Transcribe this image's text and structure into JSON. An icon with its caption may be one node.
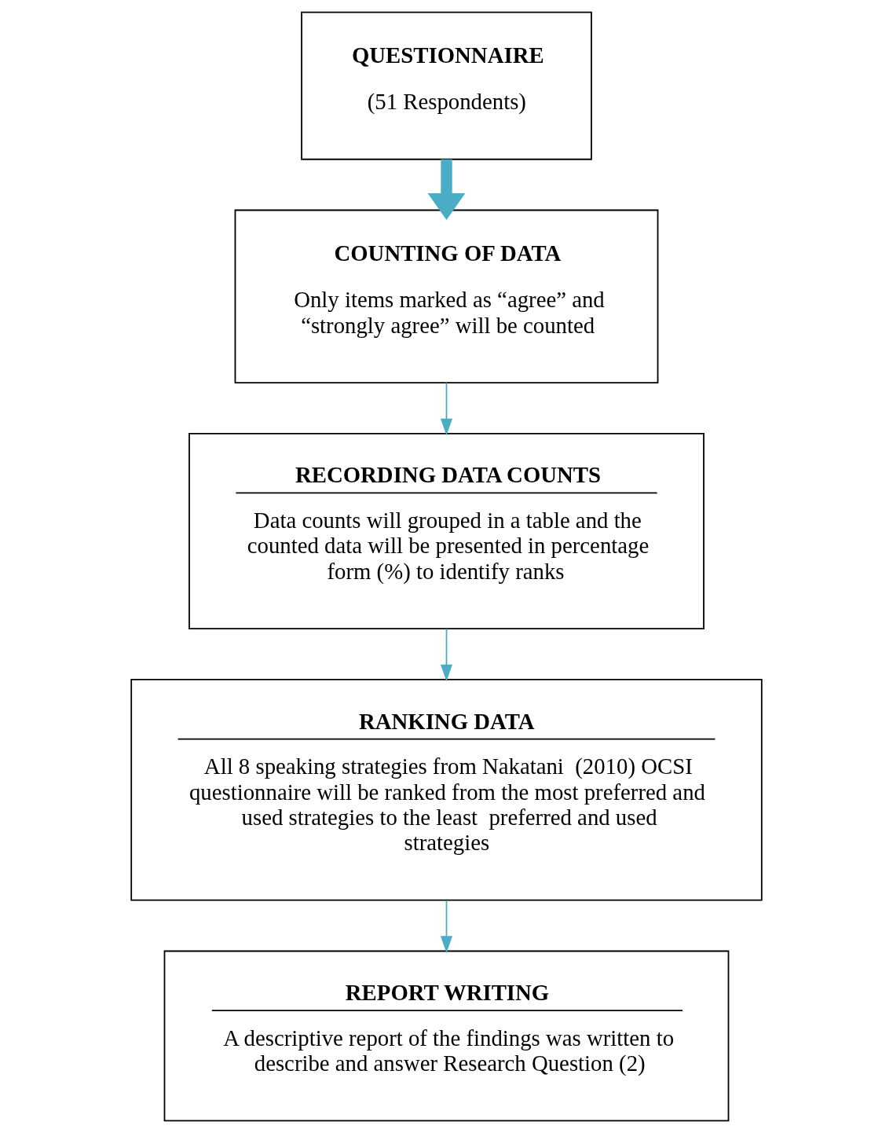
{
  "diagram": {
    "nodes": [
      {
        "text": [
          "QUESTIONNAIRE",
          "(51 Respondents)"
        ]
      },
      {
        "text": [
          "COUNTING OF DATA",
          "Only items marked as “agree” and “strongly agree” will be counted"
        ]
      },
      {
        "text": [
          "RECORDING DATA COUNTS",
          "Data counts will grouped in a table and the counted data will be presented in percentage form (%) to identify ranks"
        ]
      },
      {
        "text": [
          "RANKING DATA",
          "All 8 speaking strategies from Nakatani  (2010) OCSI questionnaire will be ranked from the most preferred and used strategies to the least  preferred and used strategies"
        ]
      },
      {
        "text": [
          "REPORT WRITING",
          "A descriptive report of the findings was written to describe and answer Research Question (2)"
        ]
      }
    ],
    "edges": [
      {
        "from": 0,
        "to": 1,
        "arrow": "to",
        "style": "thick"
      },
      {
        "from": 1,
        "to": 2,
        "arrow": "to"
      },
      {
        "from": 2,
        "to": 3,
        "arrow": "to"
      },
      {
        "from": 3,
        "to": 4,
        "arrow": "to"
      }
    ]
  }
}
